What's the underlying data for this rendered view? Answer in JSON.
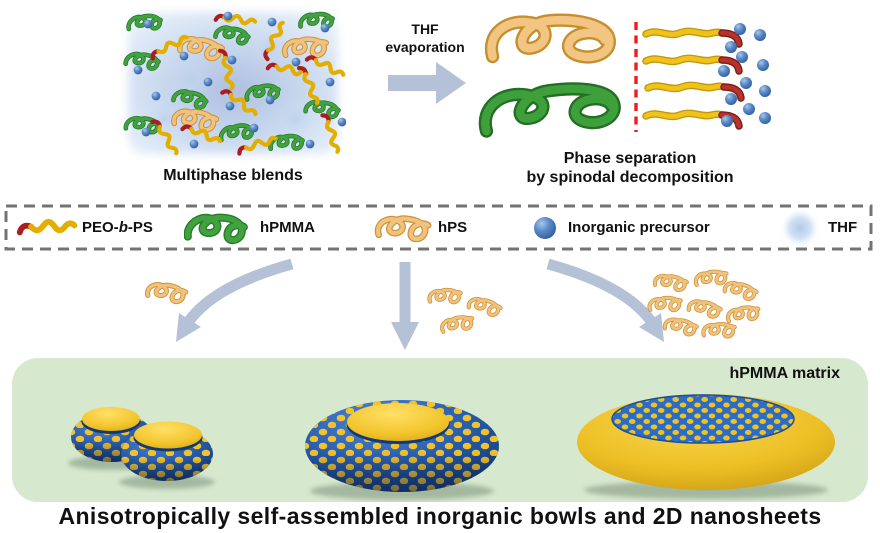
{
  "colors": {
    "background": "#ffffff",
    "panel_green": "#d6e9cf",
    "polymer_green": "#3fa23f",
    "polymer_orange": "#eec07c",
    "peo_yellow": "#e8b800",
    "peo_red": "#a81e22",
    "precursor_blue": "#5b8cc8",
    "bowl_blue": "#2257a8",
    "bowl_yellow": "#f2c52e",
    "arrow_gray": "#b5c1d6",
    "dashed_red": "#ee1d1d",
    "legend_border_gray": "#737373"
  },
  "top_left": {
    "label": "Multiphase blends"
  },
  "transition": {
    "label_line1": "THF",
    "label_line2": "evaporation"
  },
  "top_right": {
    "label_line1": "Phase separation",
    "label_line2": "by spinodal decomposition"
  },
  "legend": {
    "peo": {
      "prefix": "PEO-",
      "block": "b",
      "suffix": "-PS"
    },
    "hpmma": "hPMMA",
    "hps": "hPS",
    "inorganic_precursor": "Inorganic precursor",
    "thf": "THF"
  },
  "panel": {
    "matrix_label": "hPMMA matrix"
  },
  "caption": "Anisotropically self-assembled inorganic bowls and 2D nanosheets"
}
